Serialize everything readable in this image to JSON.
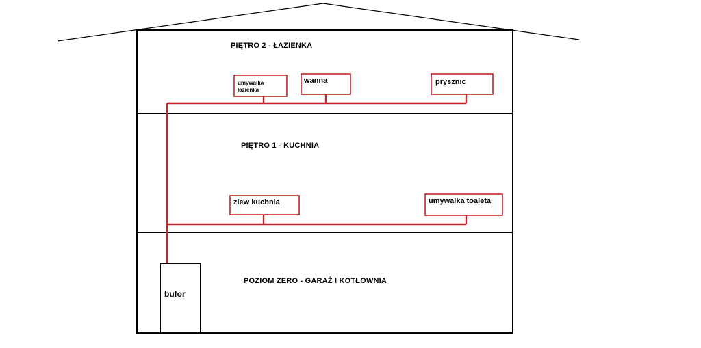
{
  "colors": {
    "outline": "#000000",
    "pipe": "#c0272d",
    "background": "#ffffff"
  },
  "floors": {
    "floor2": {
      "title": "PIĘTRO 2 - ŁAZIENKA"
    },
    "floor1": {
      "title": "PIĘTRO 1 - KUCHNIA"
    },
    "ground": {
      "title": "POZIOM ZERO - GARAŻ I KOTŁOWNIA"
    }
  },
  "fixtures": {
    "washbasin_bathroom": {
      "line1": "umywalka",
      "line2": "łazienka"
    },
    "bathtub": {
      "label": "wanna"
    },
    "shower": {
      "label": "prysznic"
    },
    "kitchen_sink": {
      "label": "zlew kuchnia"
    },
    "toilet_washbasin": {
      "label": "umywalka toaleta"
    }
  },
  "buffer": {
    "label": "bufor"
  }
}
